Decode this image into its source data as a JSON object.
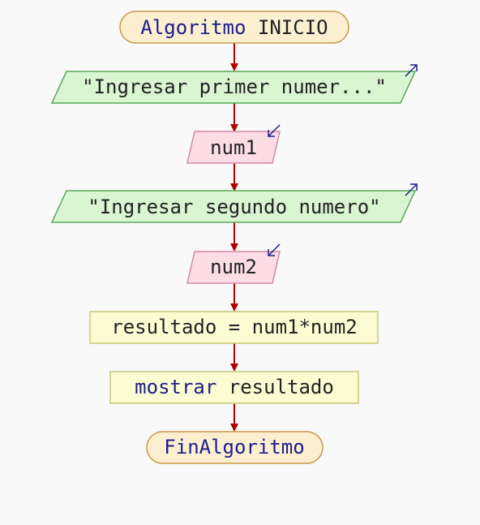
{
  "flowchart": {
    "start": {
      "keyword": "Algoritmo",
      "name": "INICIO"
    },
    "output_1": {
      "text": "\"Ingresar primer numer...\""
    },
    "input_1": {
      "text": "num1"
    },
    "output_2": {
      "text": "\"Ingresar segundo numero\""
    },
    "input_2": {
      "text": "num2"
    },
    "process": {
      "text": "resultado = num1*num2"
    },
    "display": {
      "keyword": "mostrar",
      "text": "resultado"
    },
    "end": {
      "keyword": "FinAlgoritmo"
    }
  },
  "colors": {
    "terminal_fill": "#fcefd0",
    "terminal_stroke": "#c89a4a",
    "output_fill": "#d9f5d2",
    "output_stroke": "#5aa85a",
    "input_fill": "#fcdde6",
    "input_stroke": "#d08aa0",
    "process_fill": "#fcfcd2",
    "process_stroke": "#c8c878",
    "arrow": "#b00000",
    "keyword": "#1c1c8c"
  }
}
